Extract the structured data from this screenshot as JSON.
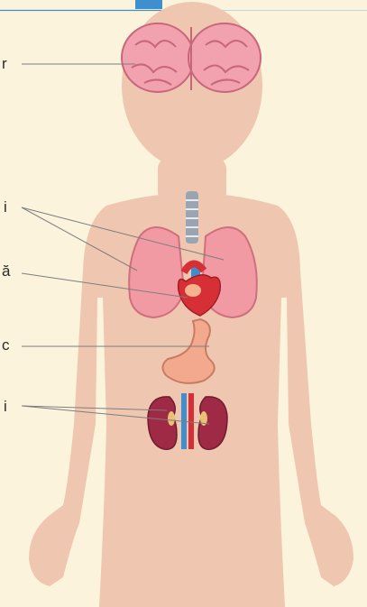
{
  "labels": {
    "brain": "r",
    "lungs": "i",
    "heart": "ă",
    "stomach": "c",
    "kidneys": "i"
  },
  "colors": {
    "background": "#fbf3dc",
    "body": "#efc6b0",
    "accent_blue": "#3f8fcf",
    "brain": "#f1a2ae",
    "lungs": "#f19aa3",
    "heart": "#d72f36",
    "stomach": "#f2a98d",
    "kidneys": "#9e2a46",
    "leader_line": "#7e7e7e"
  },
  "icons": [
    "brain-icon",
    "lungs-icon",
    "trachea-icon",
    "heart-icon",
    "stomach-icon",
    "kidneys-icon",
    "vena-cava-icon",
    "aorta-icon"
  ]
}
